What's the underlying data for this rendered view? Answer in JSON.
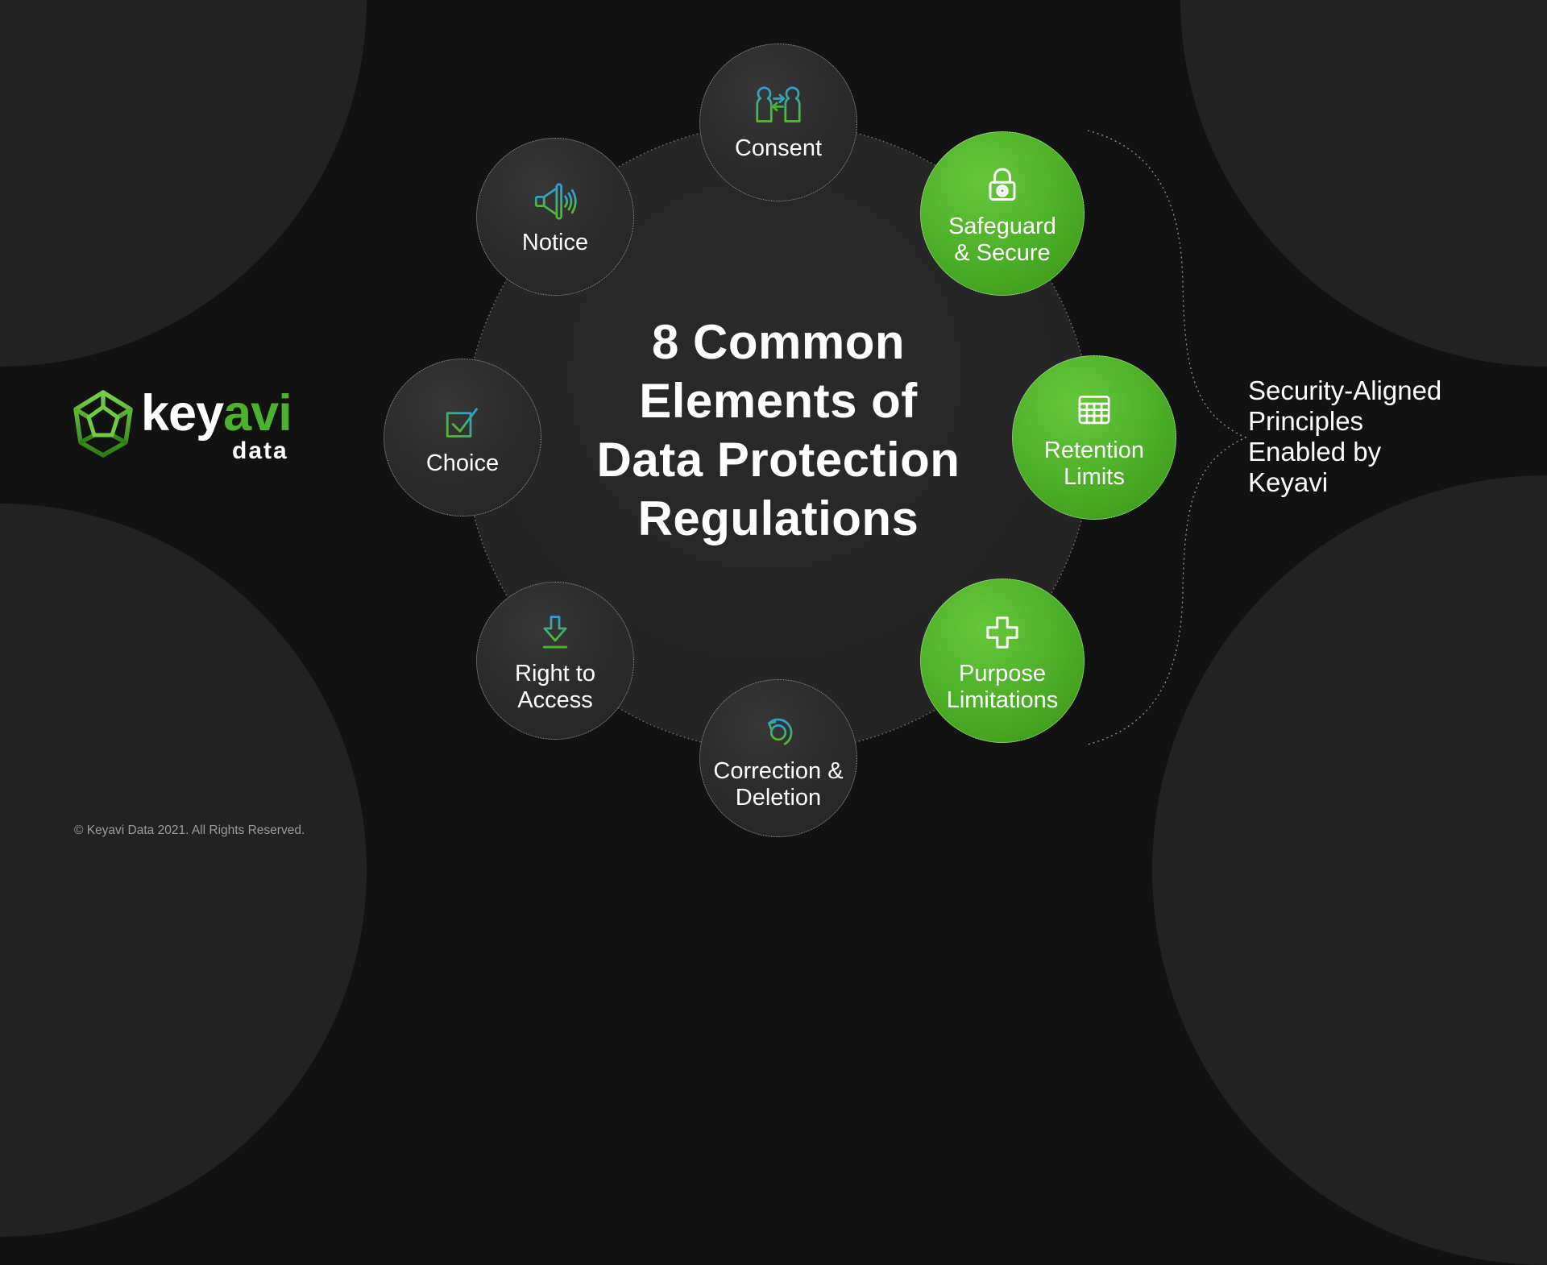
{
  "brand": {
    "logo_icon": "keyavi-polyhedron-icon",
    "logo_text_white": "key",
    "logo_text_green": "avi",
    "logo_subtext": "data",
    "copyright": "© Keyavi Data 2021. All Rights Reserved."
  },
  "center": {
    "title_lines": [
      "8 Common",
      "Elements of",
      "Data Protection",
      "Regulations"
    ]
  },
  "nodes": [
    {
      "id": "consent",
      "icon": "people-exchange-icon",
      "highlighted": false,
      "label_lines": [
        "Consent"
      ]
    },
    {
      "id": "safeguard-secure",
      "icon": "padlock-icon",
      "highlighted": true,
      "label_lines": [
        "Safeguard",
        "& Secure"
      ]
    },
    {
      "id": "retention-limits",
      "icon": "table-grid-icon",
      "highlighted": true,
      "label_lines": [
        "Retention",
        "Limits"
      ]
    },
    {
      "id": "purpose-limitations",
      "icon": "medical-cross-icon",
      "highlighted": true,
      "label_lines": [
        "Purpose",
        "Limitations"
      ]
    },
    {
      "id": "correction-deletion",
      "icon": "circular-arrows-icon",
      "highlighted": false,
      "label_lines": [
        "Correction &",
        "Deletion"
      ]
    },
    {
      "id": "right-to-access",
      "icon": "download-arrow-icon",
      "highlighted": false,
      "label_lines": [
        "Right to",
        "Access"
      ]
    },
    {
      "id": "choice",
      "icon": "checkbox-check-icon",
      "highlighted": false,
      "label_lines": [
        "Choice"
      ]
    },
    {
      "id": "notice",
      "icon": "megaphone-icon",
      "highlighted": false,
      "label_lines": [
        "Notice"
      ]
    }
  ],
  "callout": {
    "text_lines": [
      "Security-Aligned",
      "Principles",
      "Enabled by",
      "Keyavi"
    ]
  },
  "colors": {
    "background": "#121212",
    "corner_shape": "#222222",
    "center_disc": "#252525",
    "node_dark": "#2c2c2c",
    "node_green": "#4cad27",
    "accent_green": "#4db22b",
    "accent_blue": "#2e9fd6",
    "text_white": "#ffffff",
    "text_gray": "#9c9c9c"
  }
}
